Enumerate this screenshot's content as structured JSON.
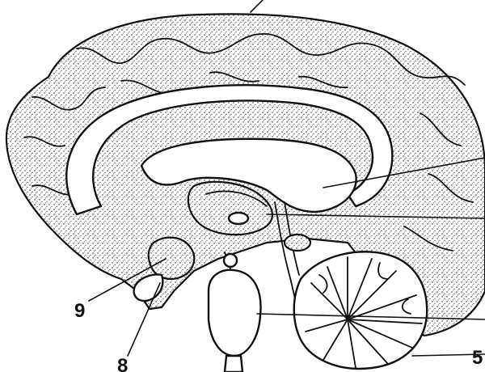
{
  "diagram": {
    "labels": [
      {
        "id": "label-9",
        "text": "9"
      },
      {
        "id": "label-8",
        "text": "8"
      },
      {
        "id": "label-5",
        "text": "5"
      }
    ]
  }
}
